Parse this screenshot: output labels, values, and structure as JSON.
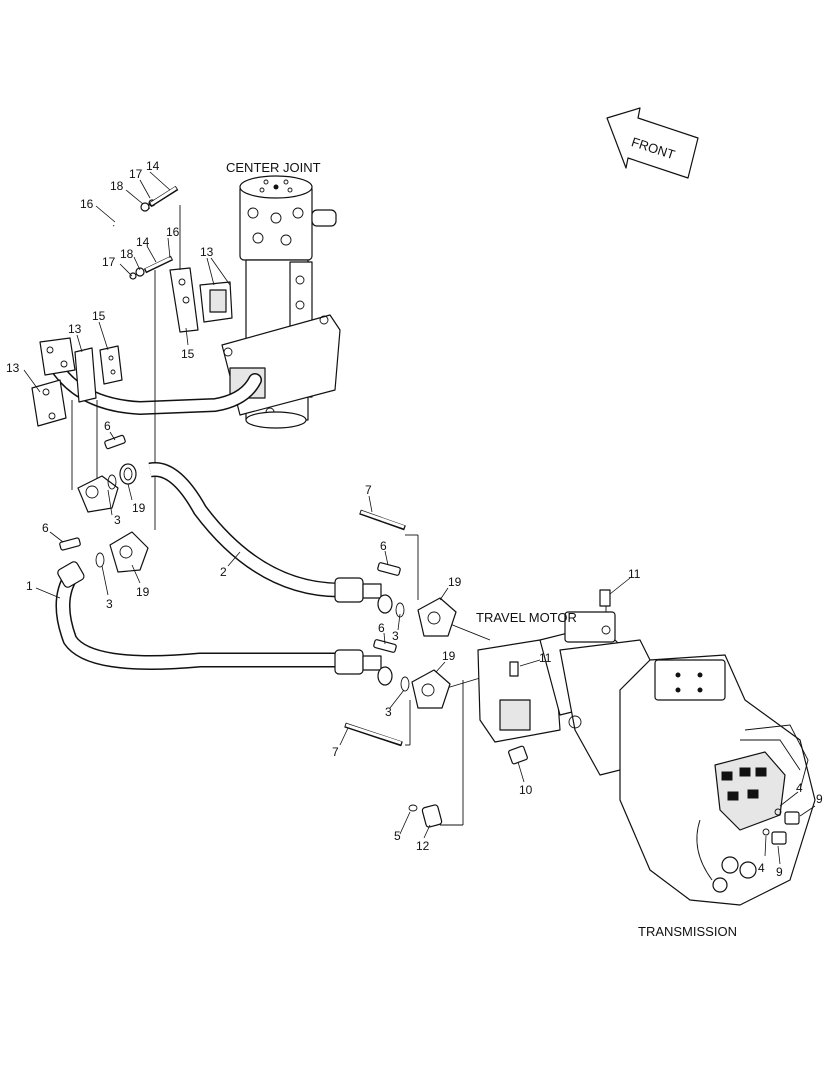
{
  "titles": {
    "center_joint": "CENTER JOINT",
    "travel_motor": "TRAVEL MOTOR",
    "transmission": "TRANSMISSION",
    "front": "FRONT"
  },
  "callouts": [
    "14",
    "17",
    "18",
    "16",
    "16",
    "18",
    "14",
    "17",
    "13",
    "13",
    "15",
    "15",
    "13",
    "6",
    "19",
    "3",
    "6",
    "3",
    "19",
    "1",
    "2",
    "7",
    "6",
    "19",
    "3",
    "6",
    "19",
    "3",
    "7",
    "11",
    "11",
    "10",
    "5",
    "12",
    "4",
    "9",
    "4",
    "9"
  ]
}
